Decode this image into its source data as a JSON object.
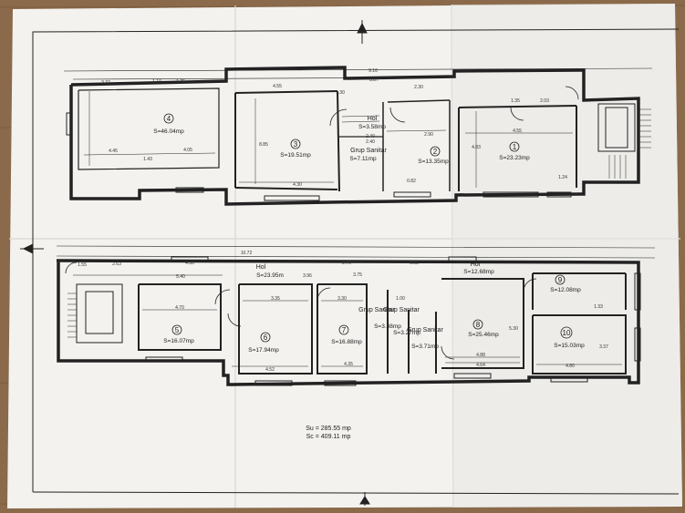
{
  "colors": {
    "table": "#8a6a4a",
    "table_dark": "#6e4f33",
    "paper": "#f3f2ef",
    "paper_shade": "#e4e3df",
    "wall": "#222222"
  },
  "top_floor": {
    "rooms": [
      {
        "num": "4",
        "area": "S=46.04mp"
      },
      {
        "num": "3",
        "area": "S=19.51mp"
      },
      {
        "num": "2",
        "area": "S=13.35mp"
      },
      {
        "num": "1",
        "area": "S=23.23mp"
      }
    ],
    "hol": {
      "name": "Hol",
      "area": "S=3.58mp"
    },
    "grup_sanitar": {
      "name": "Grup Sanitar",
      "area": "S=7.11mp"
    },
    "dimensions": [
      "9.16",
      "8.87",
      "3.32",
      "1.10",
      "1.75",
      "4.55",
      "1.30",
      "4.45",
      "4.05",
      "1.43",
      "8.85",
      "4.30",
      "2.40",
      "2.40",
      "2.90",
      "1.35",
      "2.03",
      "4.55",
      "4.83",
      "1.24",
      "0.82",
      "2.30"
    ]
  },
  "bottom_floor": {
    "rooms": [
      {
        "num": "5",
        "area": "S=16.07mp"
      },
      {
        "num": "6",
        "area": "S=17.94mp"
      },
      {
        "num": "7",
        "area": "S=16.88mp"
      },
      {
        "num": "8",
        "area": "S=25.46mp"
      },
      {
        "num": "9",
        "area": "S=12.08mp"
      },
      {
        "num": "10",
        "area": "S=15.03mp"
      }
    ],
    "hol_left": {
      "name": "Hol",
      "area": "S=23.95m"
    },
    "hol_right": {
      "name": "Hol",
      "area": "S=12.68mp"
    },
    "grup_sanitar": [
      {
        "name": "Grup Sanitar",
        "area": "S=3.38mp"
      },
      {
        "name": "Grup Sanitar",
        "area": "S=3.27mp"
      },
      {
        "name": "Grup Sanitar",
        "area": "S=3.71mp"
      }
    ],
    "dimensions": [
      "10.72",
      "1.55",
      "2.63",
      "4.30",
      "5.40",
      "3.96",
      "2.70",
      "5.53",
      "3.75",
      "4.70",
      "3.35",
      "3.30",
      "4.52",
      "4.35",
      "1.00",
      "5.30",
      "4.88",
      "4.64",
      "4.80",
      "1.33",
      "3.37"
    ]
  },
  "totals": {
    "su": "Su = 285.55 mp",
    "sc": "Sc = 409.11 mp"
  }
}
